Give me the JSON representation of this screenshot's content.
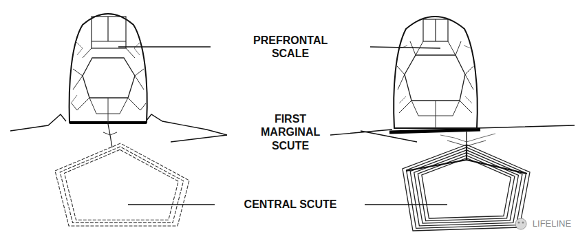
{
  "diagram": {
    "labels": [
      "PREFRONTAL SCALE",
      "FIRST MARGINAL SCUTE",
      "CENTRAL SCUTE",
      "LIFELINE"
    ]
  }
}
